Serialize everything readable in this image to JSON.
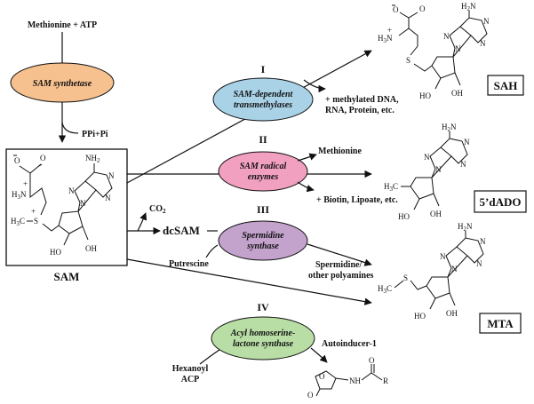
{
  "colors": {
    "sam_synthetase": "#f6c08f",
    "transmethylases": "#a9d2e7",
    "radical": "#f2a0c0",
    "spermidine": "#c3a2cc",
    "acyl": "#b8dea5"
  },
  "inputs": {
    "methionine_atp": "Methionine + ATP",
    "ppi": "PPi+Pi",
    "co2": "CO",
    "co2_sub": "2",
    "dcsam": "dcSAM",
    "putrescine": "Putrescine",
    "hexanoyl_1": "Hexanoyl",
    "hexanoyl_2": "ACP"
  },
  "enzymes": {
    "sam_synthetase": "SAM synthetase",
    "transmethylases_1": "SAM-dependent",
    "transmethylases_2": "transmethylases",
    "radical_1": "SAM radical",
    "radical_2": "enzymes",
    "spermidine_1": "Spermidine",
    "spermidine_2": "synthase",
    "acyl_1": "Acyl homoserine-",
    "acyl_2": "lactone synthase"
  },
  "pathways": {
    "i": "I",
    "ii": "II",
    "iii": "III",
    "iv": "IV"
  },
  "byproducts": {
    "methylated_1": "+ methylated DNA,",
    "methylated_2": "RNA, Protein, etc.",
    "methionine": "Methionine",
    "biotin": "+ Biotin, Lipoate, etc.",
    "spermidine_1": "Spermidine/",
    "spermidine_2": "other polyamines",
    "autoinducer": "Autoinducer-1"
  },
  "products": {
    "sah": "SAH",
    "dado": "5’dADO",
    "mta": "MTA"
  },
  "sam": {
    "label": "SAM",
    "o_minus": "O",
    "o": "O",
    "h3n": "H",
    "h3n_sub": "3",
    "h3n_n": "N",
    "plus": "+",
    "s": "S",
    "h3c": "H",
    "h3c_sub": "3",
    "h3c_c": "C",
    "nh2": "NH",
    "nh2_sub": "2",
    "n": "N",
    "ho": "HO",
    "oh": "OH"
  },
  "molecules": {
    "o": "O",
    "minus_o": "O",
    "h3n": "H",
    "h3n_sub": "3",
    "h3n_n": "N",
    "plus": "+",
    "s": "S",
    "nh2": "H",
    "nh2_n": "N",
    "nh2_sub": "2",
    "n": "N",
    "ho": "HO",
    "oh": "OH",
    "h3c": "H",
    "h3c_sub": "3",
    "h3c_c": "C",
    "nh": "NH",
    "r": "R"
  }
}
